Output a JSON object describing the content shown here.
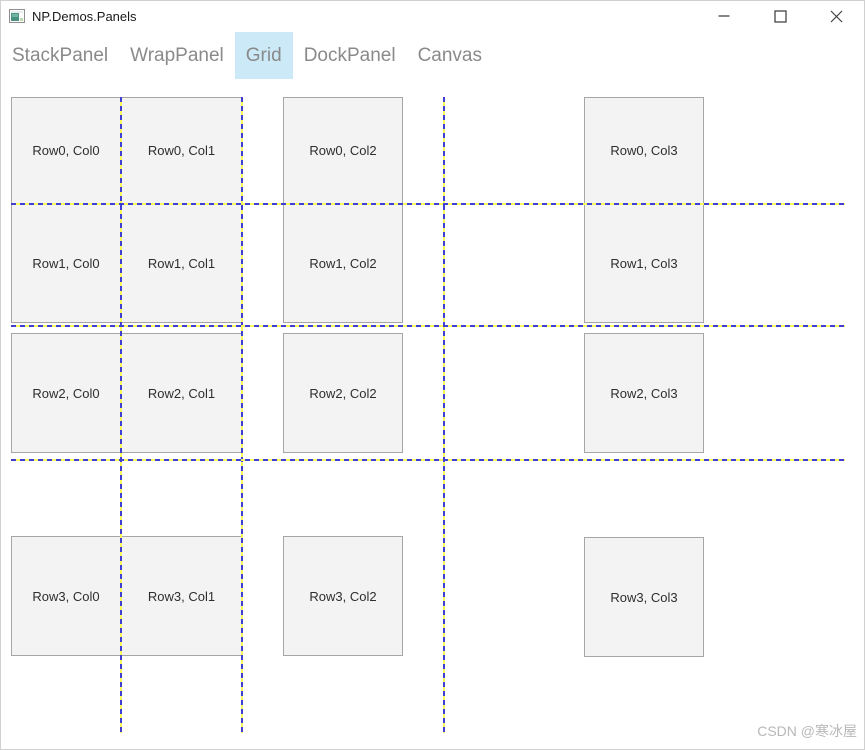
{
  "window": {
    "title": "NP.Demos.Panels"
  },
  "tabs": [
    {
      "label": "StackPanel",
      "active": false
    },
    {
      "label": "WrapPanel",
      "active": false
    },
    {
      "label": "Grid",
      "active": true
    },
    {
      "label": "DockPanel",
      "active": false
    },
    {
      "label": "Canvas",
      "active": false
    }
  ],
  "grid": {
    "cells": [
      "Row0, Col0",
      "Row0, Col1",
      "Row0, Col2",
      "Row0, Col3",
      "Row1, Col0",
      "Row1, Col1",
      "Row1, Col2",
      "Row1, Col3",
      "Row2, Col0",
      "Row2, Col1",
      "Row2, Col2",
      "Row2, Col3",
      "Row3, Col0",
      "Row3, Col1",
      "Row3, Col2",
      "Row3, Col3"
    ]
  },
  "watermark": {
    "text": "CSDN @寒冰屋"
  },
  "colors": {
    "accent_tab_bg": "#cbe9f7",
    "tab_text": "#8a8a8a",
    "title_text": "#1a1a1a",
    "cell_fill": "#f3f3f3",
    "cell_border": "#a6a6a6",
    "cell_text": "#2e2e2e",
    "gridline_blue": "#3f3fd3",
    "gridline_yellow": "#fbfb57",
    "watermark": "#b8b8b8"
  }
}
